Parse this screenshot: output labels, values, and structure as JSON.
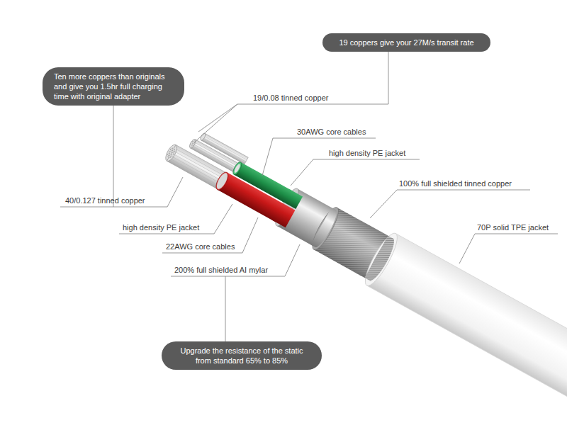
{
  "diagram": {
    "nodes": [
      {
        "text": [
          "19 coppers give your 27M/s transit rate"
        ]
      },
      {
        "text": [
          "Ten more coppers than originals and give you 1.5hr full charging time with original adapter"
        ]
      },
      {
        "text": [
          "Upgrade the resistance of the static from standard 65% to 85%"
        ]
      }
    ],
    "labels": [
      "19/0.08 tinned copper",
      "30AWG core cables",
      "high density PE jacket",
      "100% full shielded tinned copper",
      "70P solid TPE jacket",
      "40/0.127 tinned copper",
      "high density PE jacket",
      "22AWG core cables",
      "200% full shielded AI mylar"
    ]
  }
}
